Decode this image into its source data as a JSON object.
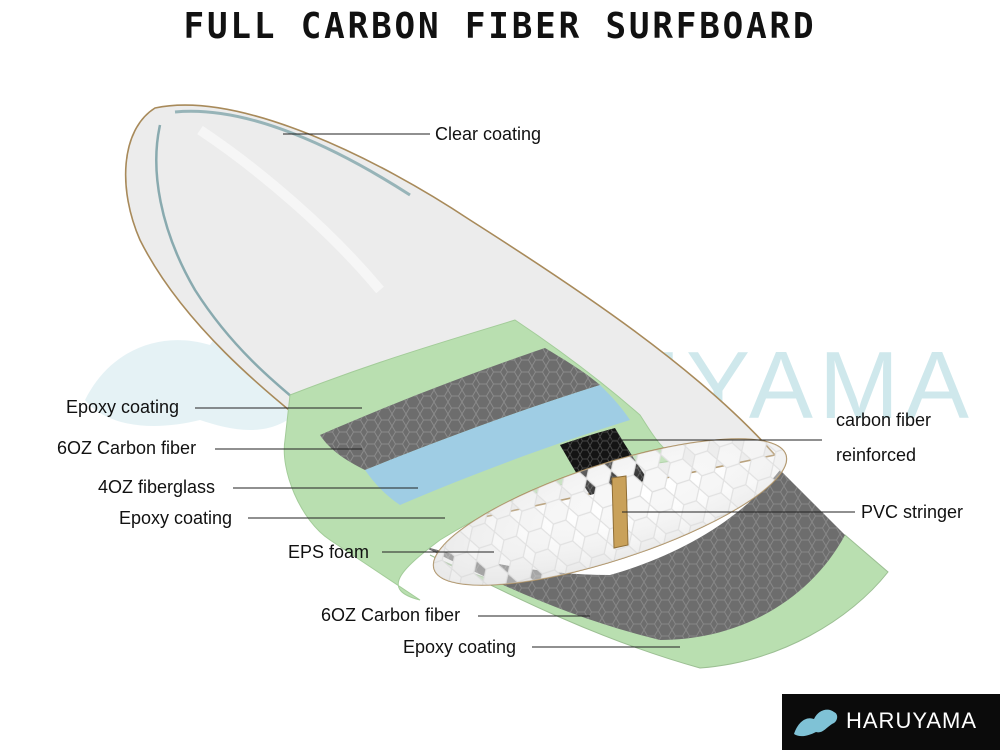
{
  "title": "FULL CARBON FIBER SURFBOARD",
  "watermark": "HARUYAMA",
  "brand": "HARUYAMA",
  "colors": {
    "epoxy_green": "#b9dfb0",
    "carbon_grey": "#6d6d6d",
    "fiberglass_blue": "#9fcde4",
    "clear_coat": "#ececec",
    "stringer": "#c9a15a",
    "outline": "#a88a5a",
    "watermark": "#cfe8ec"
  },
  "labels": {
    "clear_coating": "Clear coating",
    "epoxy_coating_1": "Epoxy coating",
    "carbon_6oz_1": "6OZ Carbon fiber",
    "fiberglass_4oz": "4OZ fiberglass",
    "epoxy_coating_2": "Epoxy coating",
    "eps_foam": "EPS foam",
    "carbon_6oz_2": "6OZ Carbon fiber",
    "epoxy_coating_3": "Epoxy coating",
    "carbon_reinforced_1": "carbon fiber",
    "carbon_reinforced_2": "reinforced",
    "pvc_stringer": "PVC stringer"
  }
}
